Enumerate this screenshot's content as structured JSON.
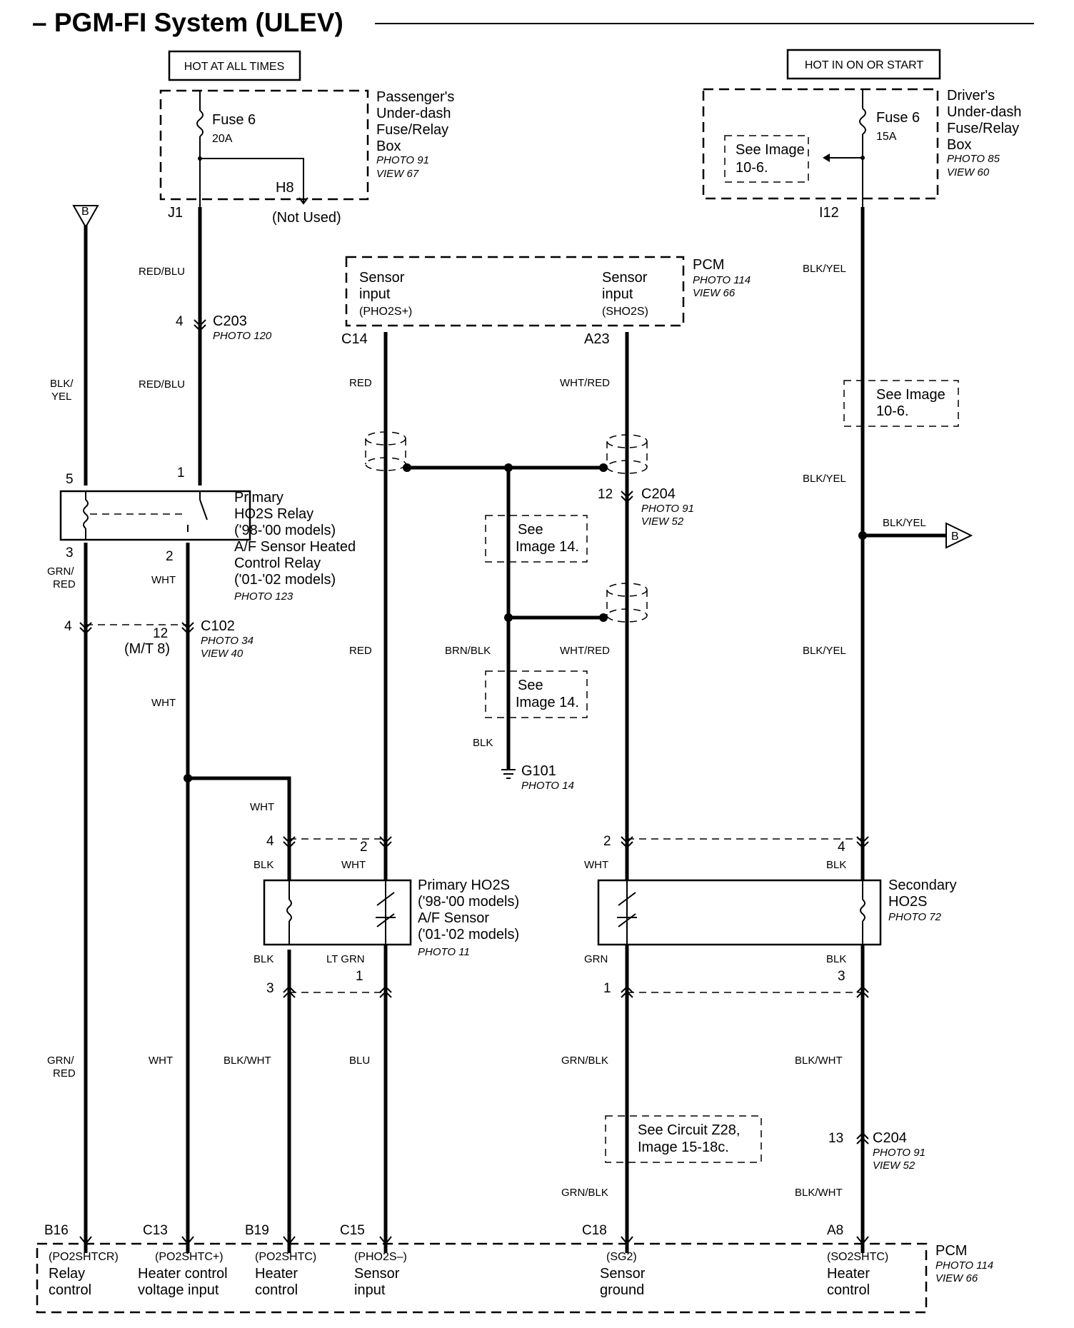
{
  "title": "– PGM-FI System (ULEV)",
  "power": {
    "hot_at_all_times": "HOT AT ALL TIMES",
    "hot_in_on": "HOT IN ON OR START"
  },
  "passenger_box": {
    "fuse": "Fuse 6",
    "amps": "20A",
    "name_lines": [
      "Passenger's",
      "Under-dash",
      "Fuse/Relay",
      "Box"
    ],
    "photo": "PHOTO 91",
    "view": "VIEW 67",
    "terminal_h8": "H8",
    "not_used": "(Not Used)",
    "terminal_j1": "J1"
  },
  "driver_box": {
    "fuse": "Fuse 6",
    "amps": "15A",
    "name_lines": [
      "Driver's",
      "Under-dash",
      "Fuse/Relay",
      "Box"
    ],
    "photo": "PHOTO 85",
    "view": "VIEW 60",
    "see_image_lines": [
      "See Image",
      "10-6."
    ],
    "terminal_i12": "I12"
  },
  "pcm_top": {
    "name": "PCM",
    "photo": "PHOTO 114",
    "view": "VIEW 66",
    "left": {
      "line1": "Sensor",
      "line2": "input",
      "signal": "(PHO2S+)",
      "pin": "C14"
    },
    "right": {
      "line1": "Sensor",
      "line2": "input",
      "signal": "(SHO2S)",
      "pin": "A23"
    }
  },
  "wires": {
    "red_blu": "RED/BLU",
    "blk_yel_stack": [
      "BLK/",
      "YEL"
    ],
    "red": "RED",
    "wht_red": "WHT/RED",
    "blk_yel": "BLK/YEL",
    "grn_red_stack": [
      "GRN/",
      "RED"
    ],
    "wht": "WHT",
    "brn_blk": "BRN/BLK",
    "blk": "BLK",
    "lt_grn": "LT GRN",
    "grn": "GRN",
    "blk_wht": "BLK/WHT",
    "blu": "BLU",
    "grn_blk": "GRN/BLK"
  },
  "connectors": {
    "c203": {
      "name": "C203",
      "photo": "PHOTO 120",
      "pin": "4"
    },
    "c204_top": {
      "name": "C204",
      "photo": "PHOTO 91",
      "view": "VIEW 52",
      "pin": "12"
    },
    "c102": {
      "name": "C102",
      "photo": "PHOTO 34",
      "view": "VIEW 40",
      "pin_left": "4",
      "pin_right": "12",
      "mt": "(M/T 8)"
    },
    "c204_bot": {
      "name": "C204",
      "photo": "PHOTO 91",
      "view": "VIEW 52",
      "pin": "13"
    }
  },
  "relay": {
    "lines": [
      "Primary",
      "HO2S Relay",
      "('98-'00 models)",
      "A/F Sensor Heated",
      "Control Relay",
      "('01-'02 models)"
    ],
    "photo": "PHOTO 123",
    "pins": {
      "p5": "5",
      "p1": "1",
      "p3": "3",
      "p2": "2"
    }
  },
  "see_image_14a": [
    "See",
    "Image 14."
  ],
  "see_image_14b": [
    "See",
    "Image 14."
  ],
  "see_image_10_6": [
    "See Image",
    "10-6."
  ],
  "see_circuit": [
    "See Circuit Z28,",
    "Image 15-18c."
  ],
  "ground": {
    "name": "G101",
    "photo": "PHOTO 14"
  },
  "branch_b": "B",
  "primary_ho2s": {
    "lines": [
      "Primary HO2S",
      "('98-'00 models)",
      "A/F Sensor",
      "('01-'02 models)"
    ],
    "photo": "PHOTO 11",
    "pins": {
      "p4": "4",
      "p2": "2",
      "p3": "3",
      "p1": "1"
    }
  },
  "secondary_ho2s": {
    "lines": [
      "Secondary",
      "HO2S"
    ],
    "photo": "PHOTO 72",
    "pins": {
      "p2": "2",
      "p4": "4",
      "p1": "1",
      "p3": "3"
    }
  },
  "pcm_bottom": {
    "name": "PCM",
    "photo": "PHOTO 114",
    "view": "VIEW 66",
    "terminals": [
      {
        "pin": "B16",
        "signal": "(PO2SHTCR)",
        "line1": "Relay",
        "line2": "control"
      },
      {
        "pin": "C13",
        "signal": "(PO2SHTC+)",
        "line1": "Heater control",
        "line2": "voltage input"
      },
      {
        "pin": "B19",
        "signal": "(PO2SHTC)",
        "line1": "Heater",
        "line2": "control"
      },
      {
        "pin": "C15",
        "signal": "(PHO2S–)",
        "line1": "Sensor",
        "line2": "input"
      },
      {
        "pin": "C18",
        "signal": "(SG2)",
        "line1": "Sensor",
        "line2": "ground"
      },
      {
        "pin": "A8",
        "signal": "(SO2SHTC)",
        "line1": "Heater",
        "line2": "control"
      }
    ]
  }
}
